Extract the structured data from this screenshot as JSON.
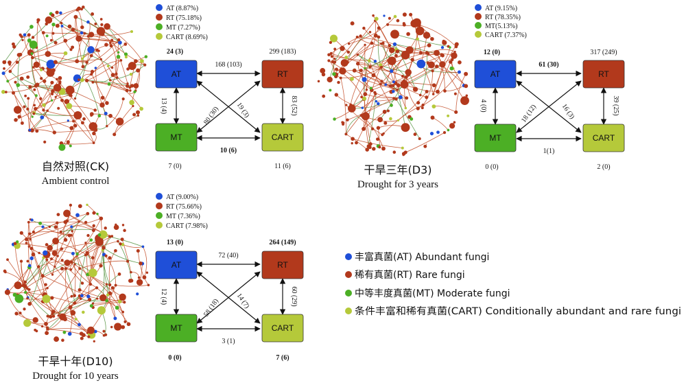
{
  "colors": {
    "AT": "#1f4fd8",
    "RT": "#b2391c",
    "MT": "#4caf25",
    "CART": "#b5c93a",
    "edge_rt": "#c0451e",
    "edge_other": "#4f8f3a"
  },
  "legend_main": [
    {
      "key": "AT",
      "label": "丰富真菌(AT) Abundant fungi"
    },
    {
      "key": "RT",
      "label": "稀有真菌(RT) Rare fungi"
    },
    {
      "key": "MT",
      "label": "中等丰度真菌(MT)  Moderate fungi"
    },
    {
      "key": "CART",
      "label": "条件丰富和稀有真菌(CART) Conditionally abundant and rare fungi"
    }
  ],
  "panels": [
    {
      "id": "ck",
      "title_cn": "自然对照(CK)",
      "title_en": "Ambient control",
      "legend": [
        "AT (8.87%)",
        "RT (75.18%)",
        "MT (7.27%)",
        "CART (8.69%)"
      ],
      "nodes": {
        "AT": "AT",
        "RT": "RT",
        "MT": "MT",
        "CART": "CART"
      },
      "self": {
        "AT": "24 (3)",
        "RT": "299 (183)",
        "MT": "7 (0)",
        "CART": "11 (6)"
      },
      "edges": {
        "AT_RT": "168 (103)",
        "AT_MT": "13 (4)",
        "RT_CART": "83 (52)",
        "MT_CART": "10 (6)",
        "RT_MT": "80 (30)",
        "AT_CART": "19 (3)"
      }
    },
    {
      "id": "d3",
      "title_cn": "干旱三年(D3)",
      "title_en": "Drought for 3 years",
      "legend": [
        "AT (9.15%)",
        "RT (78.35%)",
        "MT(5.13%)",
        "CART (7.37%)"
      ],
      "nodes": {
        "AT": "AT",
        "RT": "RT",
        "MT": "MT",
        "CART": "CART"
      },
      "self": {
        "AT": "12 (0)",
        "RT": "317 (249)",
        "MT": "0 (0)",
        "CART": "2 (0)"
      },
      "edges": {
        "AT_RT": "61 (30)",
        "AT_MT": "4 (0)",
        "RT_CART": "39 (25)",
        "MT_CART": "1(1)",
        "RT_MT": "18 (12)",
        "AT_CART": "16 (3)"
      }
    },
    {
      "id": "d10",
      "title_cn": "干旱十年(D10)",
      "title_en": "Drought for 10 years",
      "legend": [
        "AT (9.00%)",
        "RT (75.66%)",
        "MT (7.36%)",
        "CART (7.98%)"
      ],
      "nodes": {
        "AT": "AT",
        "RT": "RT",
        "MT": "MT",
        "CART": "CART"
      },
      "self": {
        "AT": "13 (0)",
        "RT": "264 (149)",
        "MT": "0 (0)",
        "CART": "7 (6)"
      },
      "edges": {
        "AT_RT": "72 (40)",
        "AT_MT": "12 (4)",
        "RT_CART": "60 (29)",
        "MT_CART": "3 (1)",
        "RT_MT": "58 (18)",
        "AT_CART": "14 (7)"
      }
    }
  ]
}
